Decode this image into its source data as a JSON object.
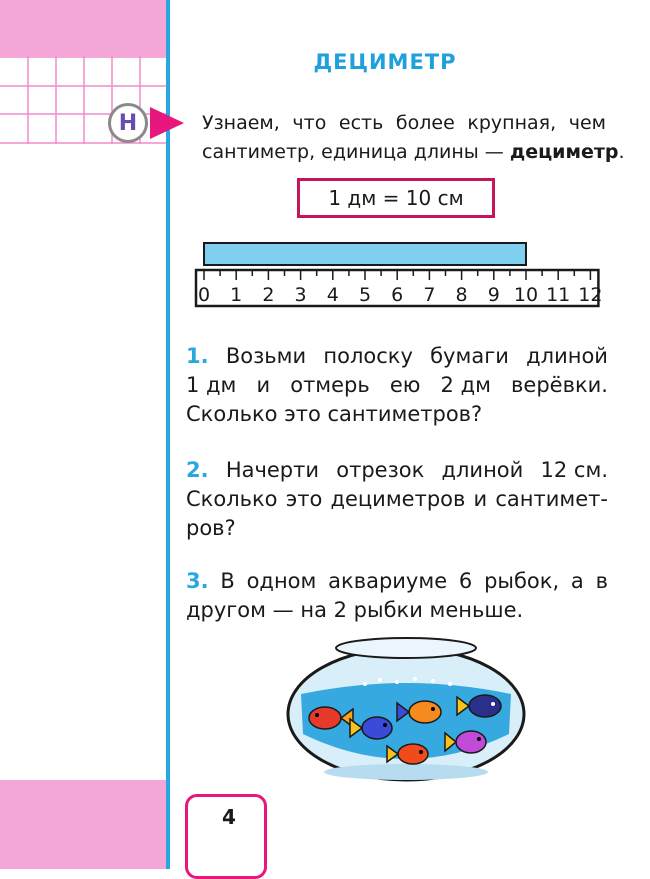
{
  "page": {
    "title": "ДЕЦИМЕТР",
    "badge": "Н",
    "page_number": "4"
  },
  "intro": {
    "line1": [
      "Узнаем,",
      "что",
      "есть",
      "более",
      "крупная,",
      "чем"
    ],
    "line2_start": "сантиметр, единица длины — ",
    "line2_bold": "дециметр",
    "line2_end": "."
  },
  "formula": "1 дм = 10 см",
  "ruler": {
    "labels": [
      "0",
      "1",
      "2",
      "3",
      "4",
      "5",
      "6",
      "7",
      "8",
      "9",
      "10",
      "11",
      "12"
    ],
    "strip_length_cm": 10
  },
  "tasks": [
    {
      "number": "1.",
      "lines": [
        [
          "Возьми",
          "полоску",
          "бумаги",
          "длиной"
        ],
        [
          "1 дм",
          "и",
          "отмерь",
          "ею",
          "2 дм",
          "верёвки."
        ],
        [
          "Сколько это сантиметров?"
        ]
      ]
    },
    {
      "number": "2.",
      "lines": [
        [
          "Начерти",
          "отрезок",
          "длиной",
          "12 см."
        ],
        [
          "Сколько",
          "это",
          "дециметров",
          "и",
          "сантимет-"
        ],
        [
          "ров?"
        ]
      ]
    },
    {
      "number": "3.",
      "lines": [
        [
          "В",
          "одном",
          "аквариуме",
          "6",
          "рыбок,",
          "а",
          "в"
        ],
        [
          "другом — на 2 рыбки меньше."
        ]
      ]
    }
  ],
  "colors": {
    "accent_blue": "#29a8e0",
    "pink": "#f4a6d8",
    "magenta": "#e8177d",
    "ruler_strip": "#7fd0f0"
  }
}
